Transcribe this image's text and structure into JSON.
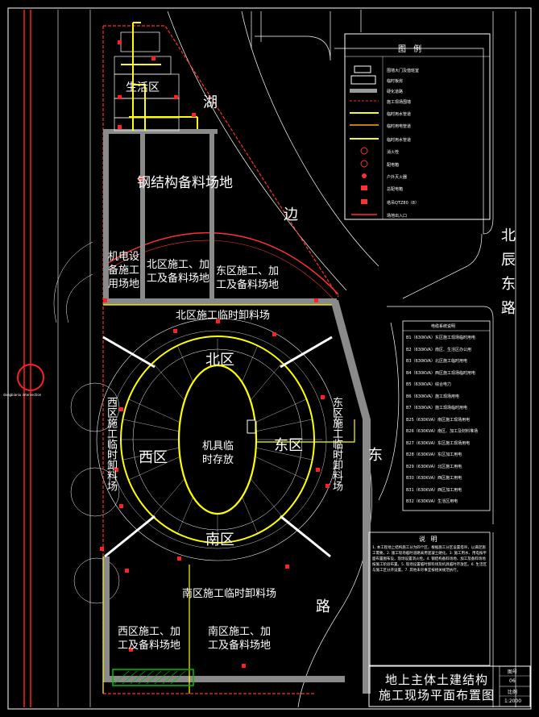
{
  "legend": {
    "title": "图 例",
    "items": [
      "围墙大门及值班室",
      "临时板房",
      "硬化道路",
      "施工现场围墙",
      "临时用水管道",
      "临时用电管道",
      "临时用水管道",
      "消火栓",
      "配电箱",
      "户外灭火器",
      "总配电箱",
      "塔吊QTZ80（8）",
      "场地出入口"
    ]
  },
  "power_box_title": "电缆系统说明",
  "power_notes": [
    "B1（630KVA）东区施工现场临时用电",
    "B2（630KVA）南区、生活区办公用",
    "B3（630KVA）北区施工临时用电",
    "B4（630KVA）西区施工现场临时用电",
    "B5（630KVA）综合电力",
    "B6（630KVA）施工现场用电",
    "B7（630KVA）施工现场临时用电",
    "B25（630KVA）南区施工现场用电",
    "B26（630KVA）南区、加工及材料堆场",
    "B27（630KVA）东区施工现场用电",
    "B28（630KVA）东区加工用电",
    "B29（630KVA）北区施工用电",
    "B30（630KVA）西区施工用电",
    "B31（630KVA）西区加工用电",
    "B32（630KVA）生活区用电"
  ],
  "notes_title": "说 明",
  "notes": "1. 本工程地上结构施工分为四个区，根据施工分区设置塔吊，以满足施工需要。2. 施工现场临时道路采用混凝土硬化。3. 施工用水、用电按平面布置图布设，现场设置消火栓。4. 钢结构备料场地、加工及备料场地按施工阶段布置。5. 现场设置临时卸料场及机具临时存放区。6. 生活区与施工区分开设置。7. 其他未尽事宜按相关规范执行。",
  "zones": {
    "living": "生活区",
    "steel_yard": "钢结构备料场地",
    "mep": "机电设\n备施工\n用场地",
    "north_proc": "北区施工、加\n工及备料场地",
    "east_proc": "东区施工、加\n工及备料场地",
    "north_unload": "北区施工临时卸料场",
    "north": "北区",
    "south": "南区",
    "west": "西区",
    "east": "东区",
    "center": "机具临\n时存放",
    "west_unload": "西区施工临时卸料场",
    "east_unload": "东区施工临时卸料场",
    "south_unload": "南区施工临时卸料场",
    "west_proc": "西区施工、加\n工及备料场地",
    "south_proc": "南区施工、加\n工及备料场地"
  },
  "roads": {
    "hubian": [
      "湖",
      "边"
    ],
    "beichen": "北辰东路",
    "dong": "东",
    "lu": "路"
  },
  "markers": {
    "red_circle_label": "dongbianlu intersection"
  },
  "title_block": {
    "title_line1": "地上主体土建结构",
    "title_line2": "施工现场平面布置图",
    "field1": "图号",
    "value1": "06",
    "field2": "比例",
    "value2": "1:2000"
  },
  "colors": {
    "background": "#000000",
    "yellow": "#ffff00",
    "red": "#ff2020",
    "white": "#ffffff",
    "gray": "#9a9a9a",
    "green": "#00c000",
    "magenta": "#ff40ff"
  }
}
